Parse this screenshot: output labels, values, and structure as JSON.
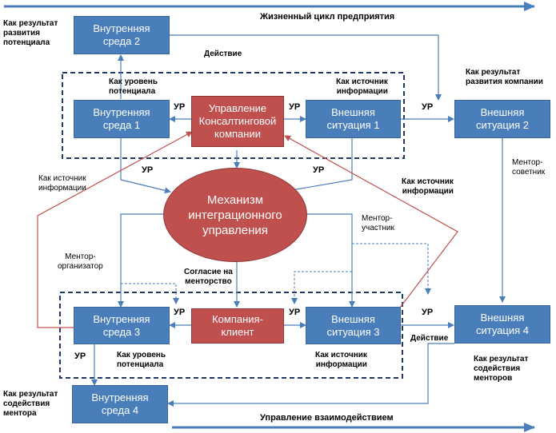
{
  "header": {
    "lifecycle": "Жизненный цикл предприятия"
  },
  "footer": {
    "interaction": "Управление взаимодействием"
  },
  "boxes": {
    "inner2": "Внутренняя\nсреда 2",
    "inner1": "Внутренняя\nсреда 1",
    "consulting": "Управление\nКонсалтинговой\nкомпании",
    "outer1": "Внешняя\nситуация 1",
    "outer2": "Внешняя\nситуация 2",
    "mechanism": "Механизм\nинтеграционного\nуправления",
    "inner3": "Внутренняя\nсреда 3",
    "client": "Компания-\nклиент",
    "outer3": "Внешняя\nситуация 3",
    "outer4": "Внешняя\nситуация 4",
    "inner4": "Внутренняя\nсреда 4"
  },
  "labels": {
    "dev_potential": "Как результат\nразвития\nпотенциала",
    "action_top": "Действие",
    "level_potential_top": "Как уровень\nпотенциала",
    "info_source_top": "Как источник\nинформации",
    "company_dev": "Как результат\nразвития компании",
    "info_source_left": "Как источник\nинформации",
    "info_source_right": "Как источник\nинформации",
    "mentor_adviser": "Ментор-\nсоветник",
    "mentor_participant": "Ментор-\nучастник",
    "mentor_organizer": "Ментор-\nорганизатор",
    "consent": "Согласие на\nменторство",
    "action_bottom": "Действие",
    "level_potential_bottom": "Как уровень\nпотенциала",
    "info_source_bottom": "Как источник\nинформации",
    "mentor_result": "Как результат\nсодействия\nменторов",
    "mentor_support": "Как результат\nсодействия\nментора",
    "ur": "УР"
  },
  "colors": {
    "blue": "#4a7ebb",
    "red": "#c0504d",
    "navy": "#1f3864",
    "arrow": "#4a7ebb",
    "dash": "#1f3864"
  }
}
